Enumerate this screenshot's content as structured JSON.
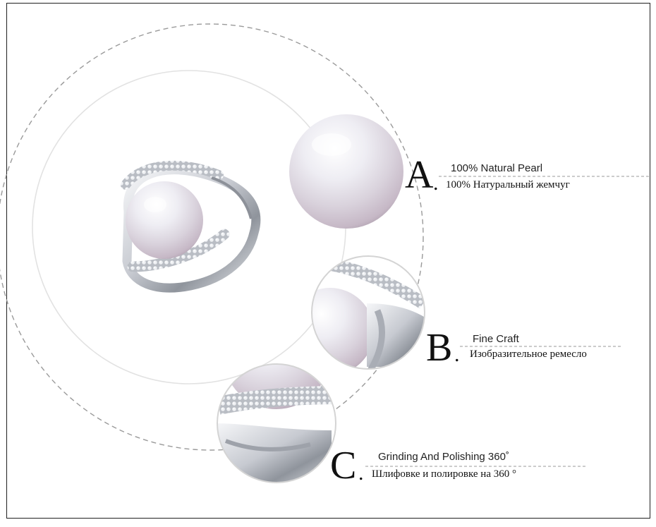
{
  "features": [
    {
      "letter": "A",
      "dot": ".",
      "title_en": "100% Natural Pearl",
      "title_ru": "100% Натуральный жемчуг"
    },
    {
      "letter": "B",
      "dot": ".",
      "title_en": "Fine Craft",
      "title_ru": "Изобразительное ремесло"
    },
    {
      "letter": "C",
      "dot": ".",
      "title_en": "Grinding And Polishing 360˚",
      "title_ru": "Шлифовке и полировке на 360 °"
    }
  ],
  "colors": {
    "frame": "#1f1f1f",
    "dashed_circle": "#9a9a9a",
    "solid_circle": "#e2e2e2",
    "pearl": "#e9e7ee",
    "silver": "#c9ccd3"
  }
}
